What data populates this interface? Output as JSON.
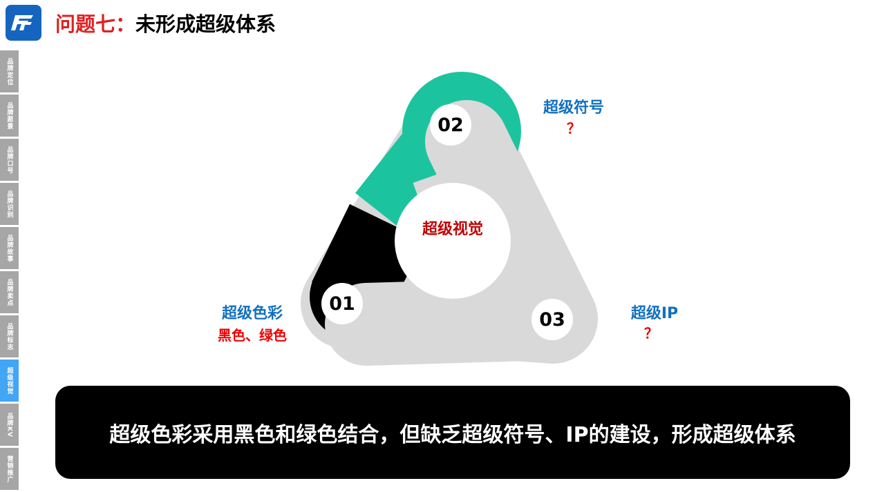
{
  "header": {
    "title_prefix": "问题七：",
    "title_main": "未形成超级体系"
  },
  "sidebar": {
    "items": [
      {
        "label": "品牌定位"
      },
      {
        "label": "品牌愿景"
      },
      {
        "label": "品牌口号"
      },
      {
        "label": "品牌识别"
      },
      {
        "label": "品牌故事"
      },
      {
        "label": "品牌卖点"
      },
      {
        "label": "品牌标志"
      },
      {
        "label": "超级视觉",
        "active": true
      },
      {
        "label": "品牌KV"
      },
      {
        "label": "营销推广"
      }
    ]
  },
  "diagram": {
    "center": "超级视觉",
    "nodes": [
      {
        "num": "01",
        "title": "超级色彩",
        "sub": "黑色、绿色"
      },
      {
        "num": "02",
        "title": "超级符号",
        "sub": "？"
      },
      {
        "num": "03",
        "title": "超级IP",
        "sub": "？"
      }
    ],
    "colors": {
      "green": "#1bc49e",
      "black": "#000000",
      "gray": "#d9d9d9",
      "center_text": "#c00000"
    }
  },
  "banner": {
    "text": "超级色彩采用黑色和绿色结合，但缺乏超级符号、IP的建设，形成超级体系"
  }
}
